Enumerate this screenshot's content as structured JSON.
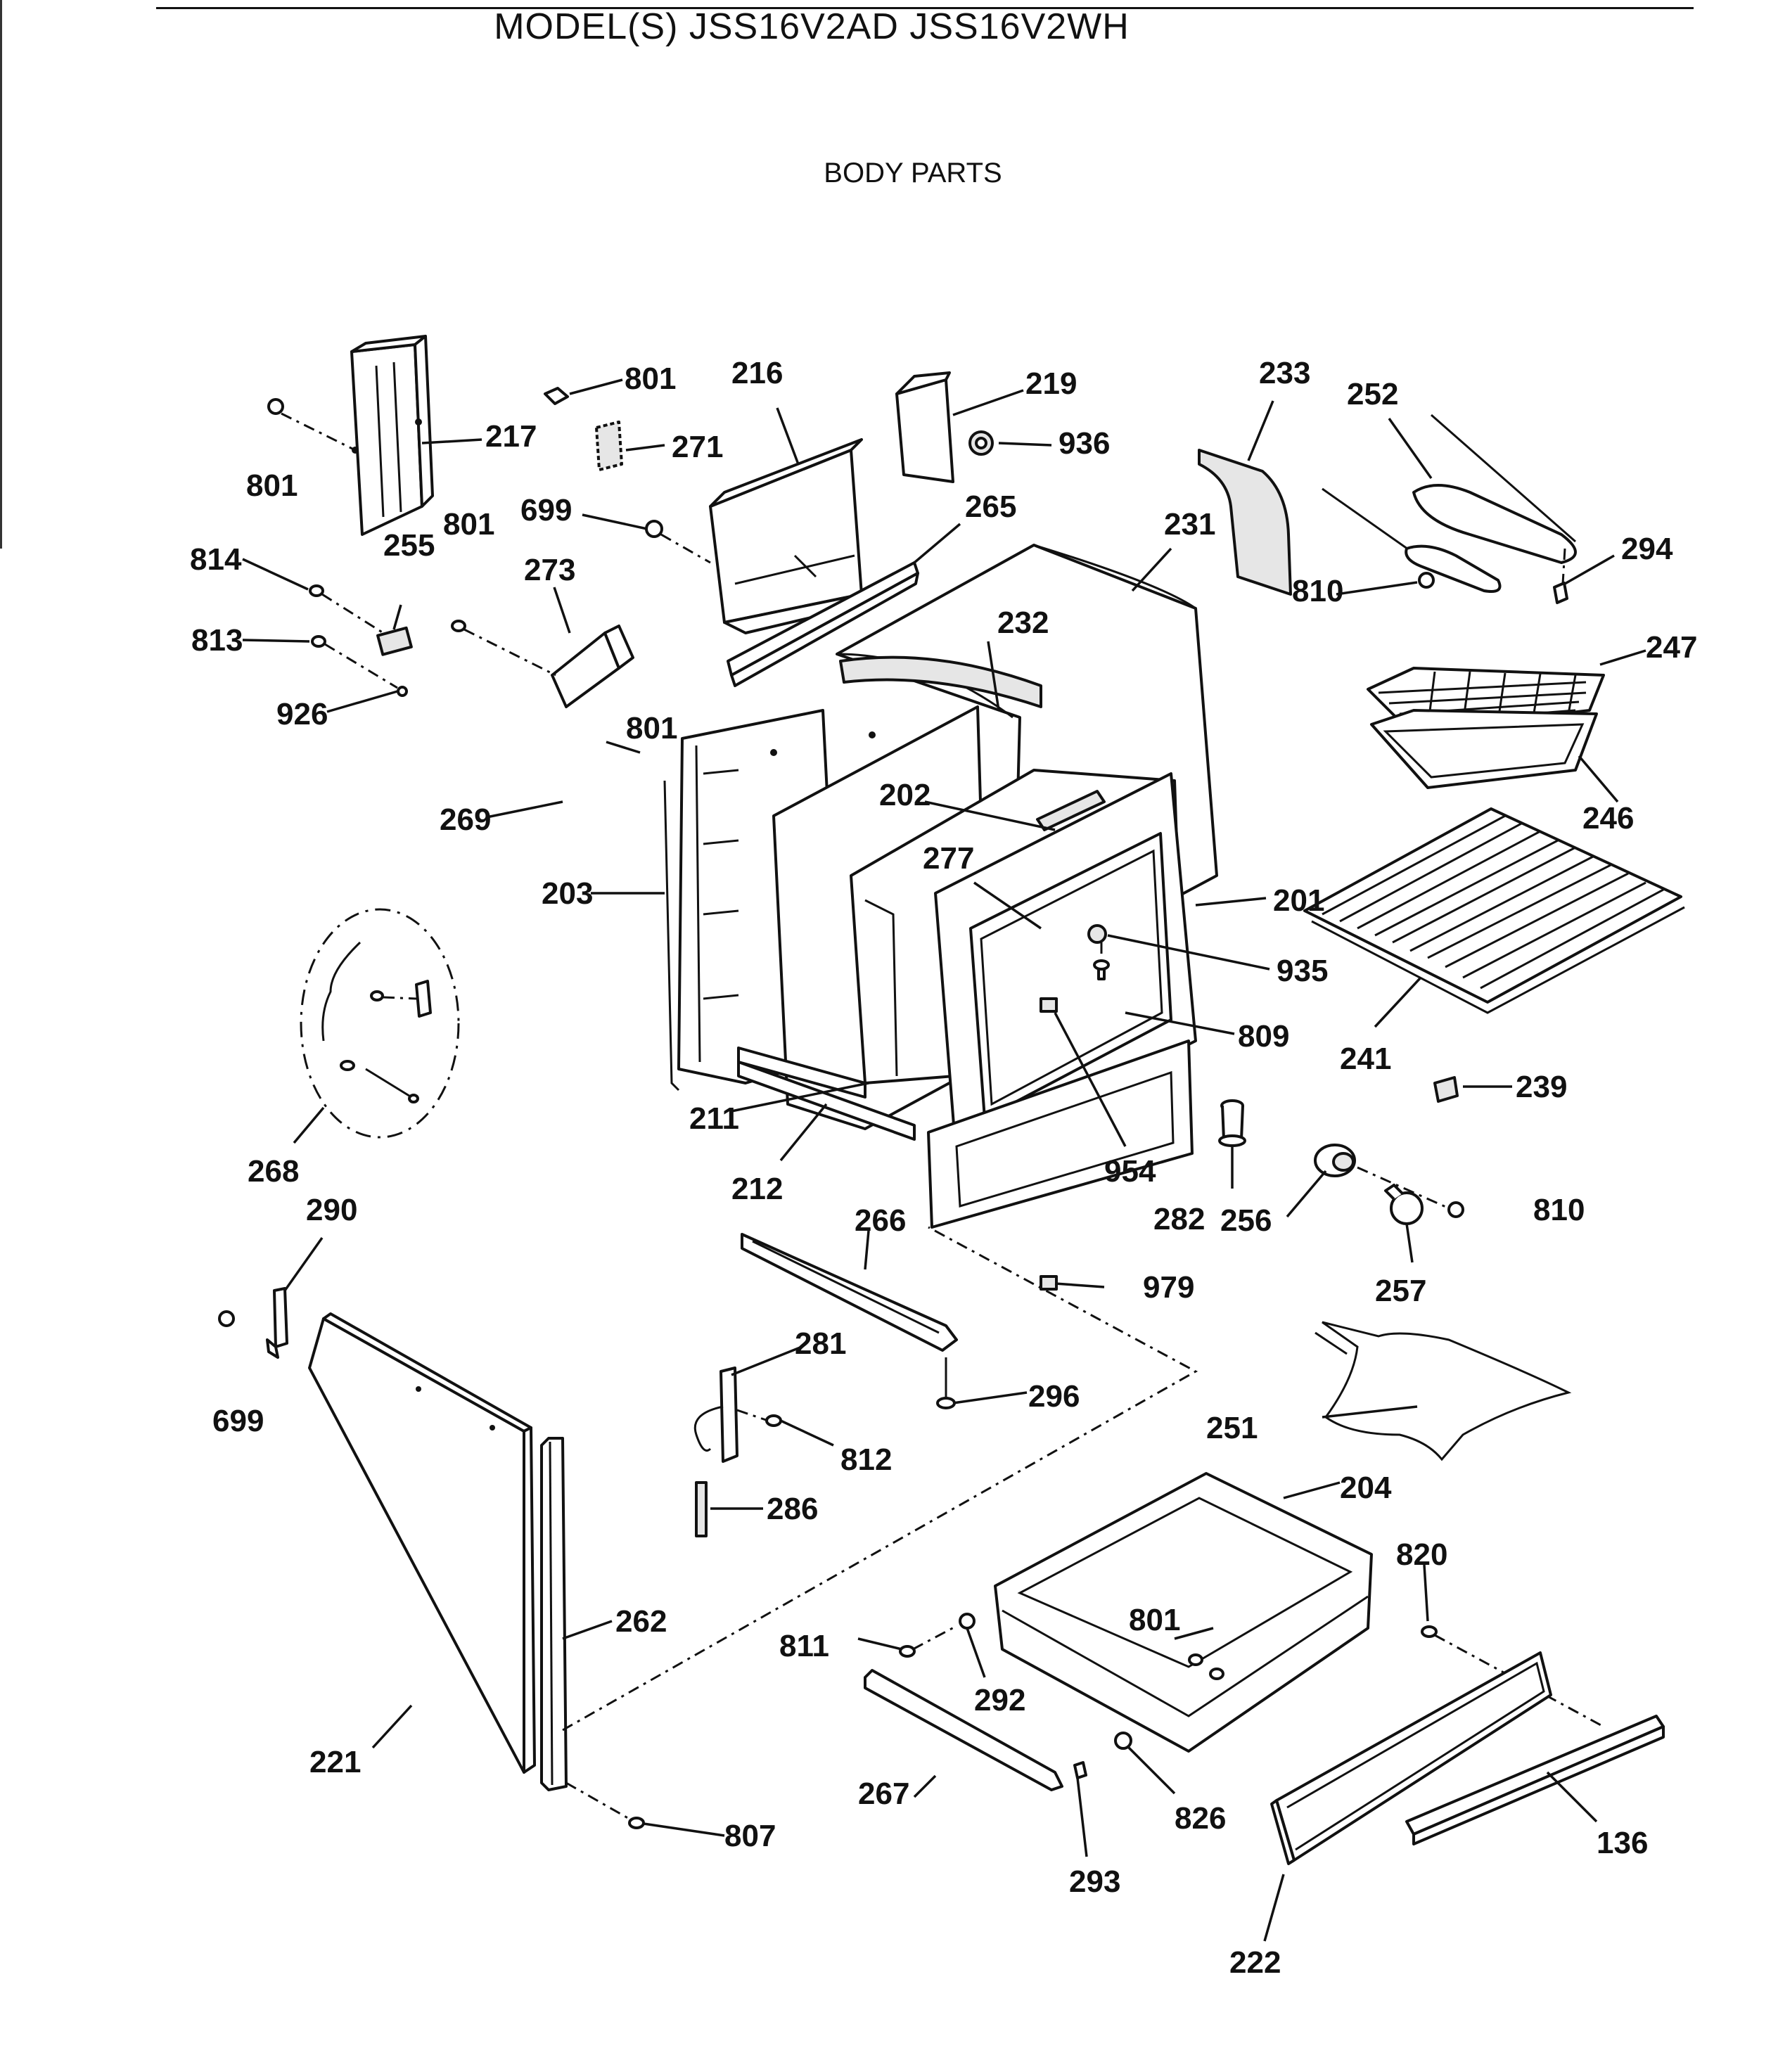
{
  "header": {
    "model_line": "MODEL(S) JSS16V2AD  JSS16V2WH",
    "section_title": "BODY PARTS"
  },
  "labels": {
    "p801_a": "801",
    "p801_b": "801",
    "p801_c": "801",
    "p801_d": "801",
    "p801_e": "801",
    "p216": "216",
    "p219": "219",
    "p233": "233",
    "p252": "252",
    "p217": "217",
    "p271": "271",
    "p936": "936",
    "p699_a": "699",
    "p699_b": "699",
    "p265": "265",
    "p231": "231",
    "p294": "294",
    "p814": "814",
    "p255": "255",
    "p273": "273",
    "p810_a": "810",
    "p810_b": "810",
    "p813": "813",
    "p232": "232",
    "p247": "247",
    "p926": "926",
    "p269": "269",
    "p202": "202",
    "p246": "246",
    "p277": "277",
    "p203": "203",
    "p201": "201",
    "p935": "935",
    "p809": "809",
    "p241": "241",
    "p239": "239",
    "p211": "211",
    "p212": "212",
    "p954": "954",
    "p268": "268",
    "p282": "282",
    "p256": "256",
    "p290": "290",
    "p266": "266",
    "p979": "979",
    "p257": "257",
    "p281": "281",
    "p296": "296",
    "p812": "812",
    "p251": "251",
    "p286": "286",
    "p204": "204",
    "p820": "820",
    "p262": "262",
    "p811": "811",
    "p292": "292",
    "p221": "221",
    "p267": "267",
    "p826": "826",
    "p136": "136",
    "p807": "807",
    "p293": "293",
    "p222": "222"
  }
}
